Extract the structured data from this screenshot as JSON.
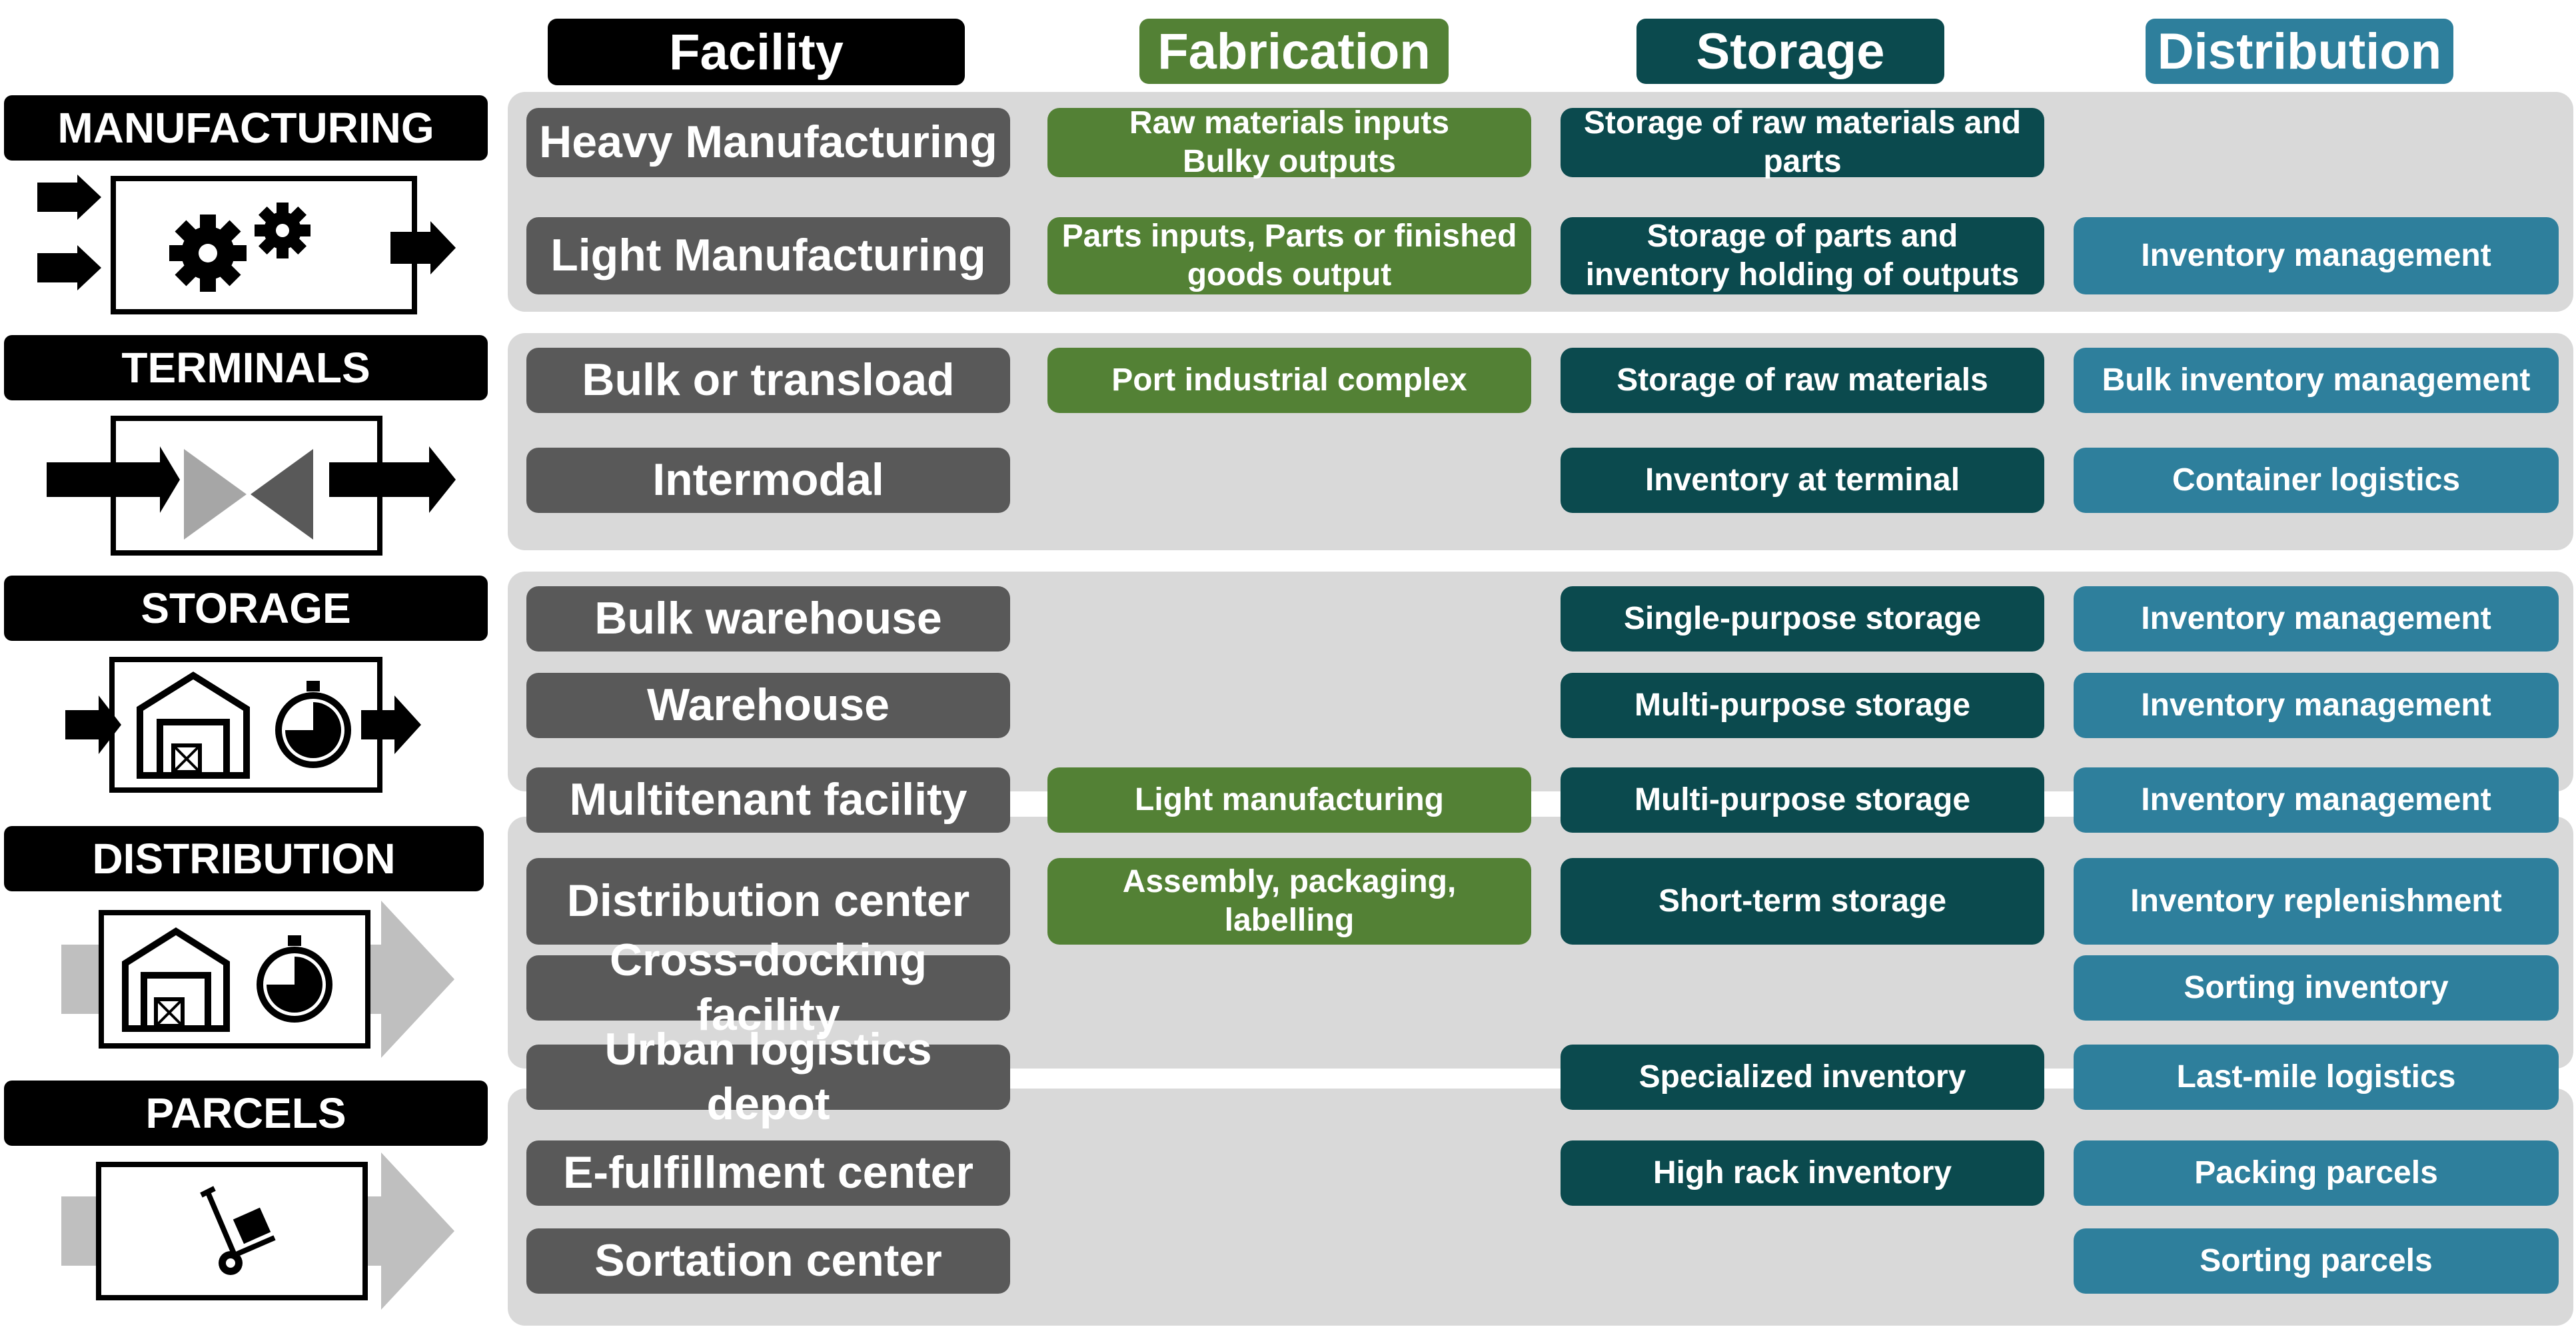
{
  "colors": {
    "facility": "#000000",
    "fabrication": "#538135",
    "storage": "#0b4a4e",
    "distribution": "#2e7f9c",
    "facility_cell": "#595959",
    "band": "#d9d9d9"
  },
  "headers": {
    "facility": "Facility",
    "fabrication": "Fabrication",
    "storage": "Storage",
    "distribution": "Distribution"
  },
  "categories": [
    {
      "label": "MANUFACTURING",
      "icon": "gears-icon"
    },
    {
      "label": "TERMINALS",
      "icon": "transload-icon"
    },
    {
      "label": "STORAGE",
      "icon": "warehouse-timer-icon"
    },
    {
      "label": "DISTRIBUTION",
      "icon": "warehouse-timer-flow-icon"
    },
    {
      "label": "PARCELS",
      "icon": "hand-truck-icon"
    }
  ],
  "rows": [
    {
      "facility": "Heavy Manufacturing",
      "fabrication": "Raw materials inputs\nBulky outputs",
      "storage": "Storage of raw materials and parts",
      "distribution": ""
    },
    {
      "facility": "Light Manufacturing",
      "fabrication": "Parts inputs, Parts or finished goods output",
      "storage": "Storage of parts and inventory holding of outputs",
      "distribution": "Inventory management"
    },
    {
      "facility": "Bulk or transload",
      "fabrication": "Port industrial complex",
      "storage": "Storage of raw materials",
      "distribution": "Bulk inventory management"
    },
    {
      "facility": "Intermodal",
      "fabrication": "",
      "storage": "Inventory at terminal",
      "distribution": "Container logistics"
    },
    {
      "facility": "Bulk warehouse",
      "fabrication": "",
      "storage": "Single-purpose storage",
      "distribution": "Inventory management"
    },
    {
      "facility": "Warehouse",
      "fabrication": "",
      "storage": "Multi-purpose storage",
      "distribution": "Inventory management"
    },
    {
      "facility": "Multitenant facility",
      "fabrication": "Light manufacturing",
      "storage": "Multi-purpose storage",
      "distribution": "Inventory management"
    },
    {
      "facility": "Distribution center",
      "fabrication": "Assembly, packaging, labelling",
      "storage": "Short-term storage",
      "distribution": "Inventory replenishment"
    },
    {
      "facility": "Cross-docking facility",
      "fabrication": "",
      "storage": "",
      "distribution": "Sorting inventory"
    },
    {
      "facility": "Urban logistics depot",
      "fabrication": "",
      "storage": "Specialized inventory",
      "distribution": "Last-mile logistics"
    },
    {
      "facility": "E-fulfillment center",
      "fabrication": "",
      "storage": "High rack inventory",
      "distribution": "Packing parcels"
    },
    {
      "facility": "Sortation center",
      "fabrication": "",
      "storage": "",
      "distribution": "Sorting parcels"
    }
  ]
}
